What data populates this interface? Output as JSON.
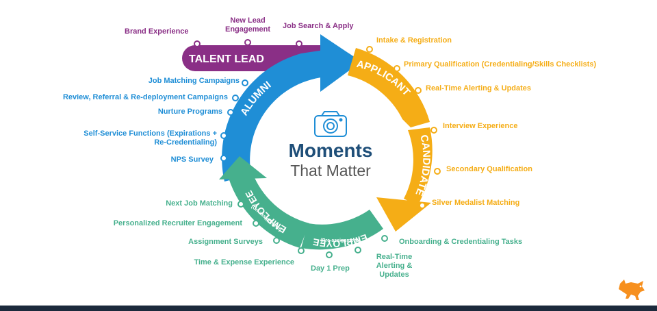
{
  "center": {
    "title": "Moments",
    "subtitle": "That Matter",
    "icon": "camera-icon"
  },
  "colors": {
    "talent_lead": "#8a2f86",
    "applicant": "#f5ad16",
    "candidate": "#f5ad16",
    "employee": "#46b08d",
    "alumni": "#1f8ed6",
    "footer": "#1c2a3c",
    "logo": "#f7901e"
  },
  "stages": {
    "talent_lead": "TALENT LEAD",
    "applicant": "APPLICANT",
    "candidate": "CANDIDATE",
    "employee_pre": "EMPLOYEE",
    "employee_pre_sub": "(Pre-assignment)",
    "employee_on": "EMPLOYEE",
    "employee_on_sub": "(On-assignment)",
    "alumni": "ALUMNI"
  },
  "talent_lead_moments": [
    "Brand Experience",
    "New Lead\nEngagement",
    "Job Search & Apply"
  ],
  "applicant_moments": [
    "Intake & Registration",
    "Primary Qualification (Credentialing/Skills Checklists)",
    "Real-Time Alerting & Updates"
  ],
  "candidate_moments": [
    "Interview Experience",
    "Secondary Qualification",
    "Silver Medalist Matching"
  ],
  "employee_pre_moments": [
    "Onboarding & Credentialing Tasks",
    "Real-Time\nAlerting &\nUpdates",
    "Day 1 Prep"
  ],
  "employee_on_moments": [
    "Time & Expense Experience",
    "Assignment Surveys",
    "Personalized Recruiter Engagement",
    "Next Job Matching"
  ],
  "alumni_moments": [
    "NPS Survey",
    "Self-Service Functions (Expirations +\nRe-Credentialing)",
    "Nurture Programs",
    "Review, Referral & Re-deployment Campaigns",
    "Job Matching Campaigns"
  ],
  "logo_icon": "bull-logo-icon"
}
